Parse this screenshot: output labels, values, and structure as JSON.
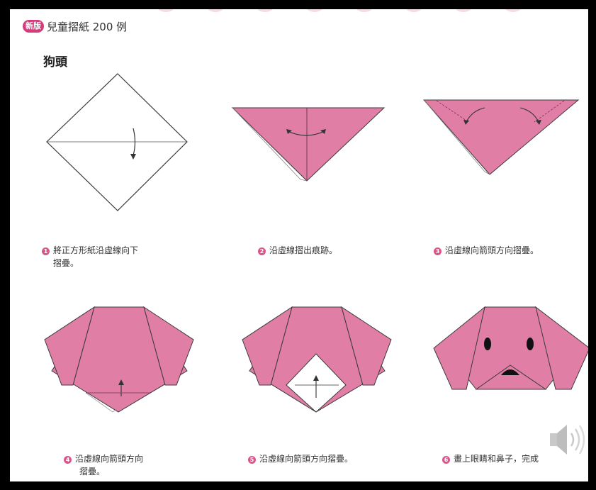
{
  "header": {
    "badge": "新版",
    "book_title": "兒童摺紙 200 例"
  },
  "section_title": "狗頭",
  "steps": [
    {
      "number": "1",
      "caption_line1": "將正方形紙沿虛線向下",
      "caption_line2": "摺疊。"
    },
    {
      "number": "2",
      "caption_line1": "沿虛線摺出痕跡。",
      "caption_line2": ""
    },
    {
      "number": "3",
      "caption_line1": "沿虛線向箭頭方向摺疊。",
      "caption_line2": ""
    },
    {
      "number": "4",
      "caption_line1": "沿虛線向箭頭方向",
      "caption_line2": "摺疊。"
    },
    {
      "number": "5",
      "caption_line1": "沿虛線向箭頭方向摺疊。",
      "caption_line2": ""
    },
    {
      "number": "6",
      "caption_line1": "畫上眼睛和鼻子，完成",
      "caption_line2": ""
    }
  ],
  "colors": {
    "paper_pink": "#e07ea6",
    "outline": "#3a3a3a",
    "badge": "#d43c7b",
    "frame": "#000000"
  },
  "icons": {
    "audio": "speaker-icon"
  }
}
